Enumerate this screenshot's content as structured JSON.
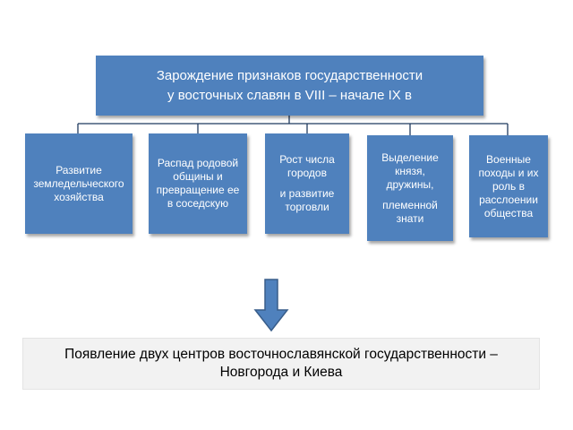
{
  "diagram": {
    "title_line1": "Зарождение признаков государственности",
    "title_line2": "у восточных славян в VIII – начале IX в",
    "children": [
      {
        "lines": [
          "Развитие",
          "земледельческого",
          "хозяйства"
        ]
      },
      {
        "lines": [
          "Распад родовой",
          "общины и",
          "превращение ее",
          "в соседскую"
        ]
      },
      {
        "lines_a": [
          "Рост числа",
          "городов"
        ],
        "lines_b": [
          "и развитие",
          "торговли"
        ]
      },
      {
        "lines_a": [
          "Выделение",
          "князя,",
          "дружины,"
        ],
        "lines_b": [
          "племенной",
          "знати"
        ]
      },
      {
        "lines": [
          "Военные",
          "походы и их",
          "роль в",
          "расслоении",
          "общества"
        ]
      }
    ],
    "result_line1": "Появление двух центров восточнославянской государственности –",
    "result_line2": "Новгорода и Киева"
  },
  "colors": {
    "box_fill": "#4f81bd",
    "connector": "#1f3a5f",
    "arrow_fill": "#4f81bd",
    "arrow_stroke": "#385d8a",
    "result_fill": "#f2f2f2"
  }
}
